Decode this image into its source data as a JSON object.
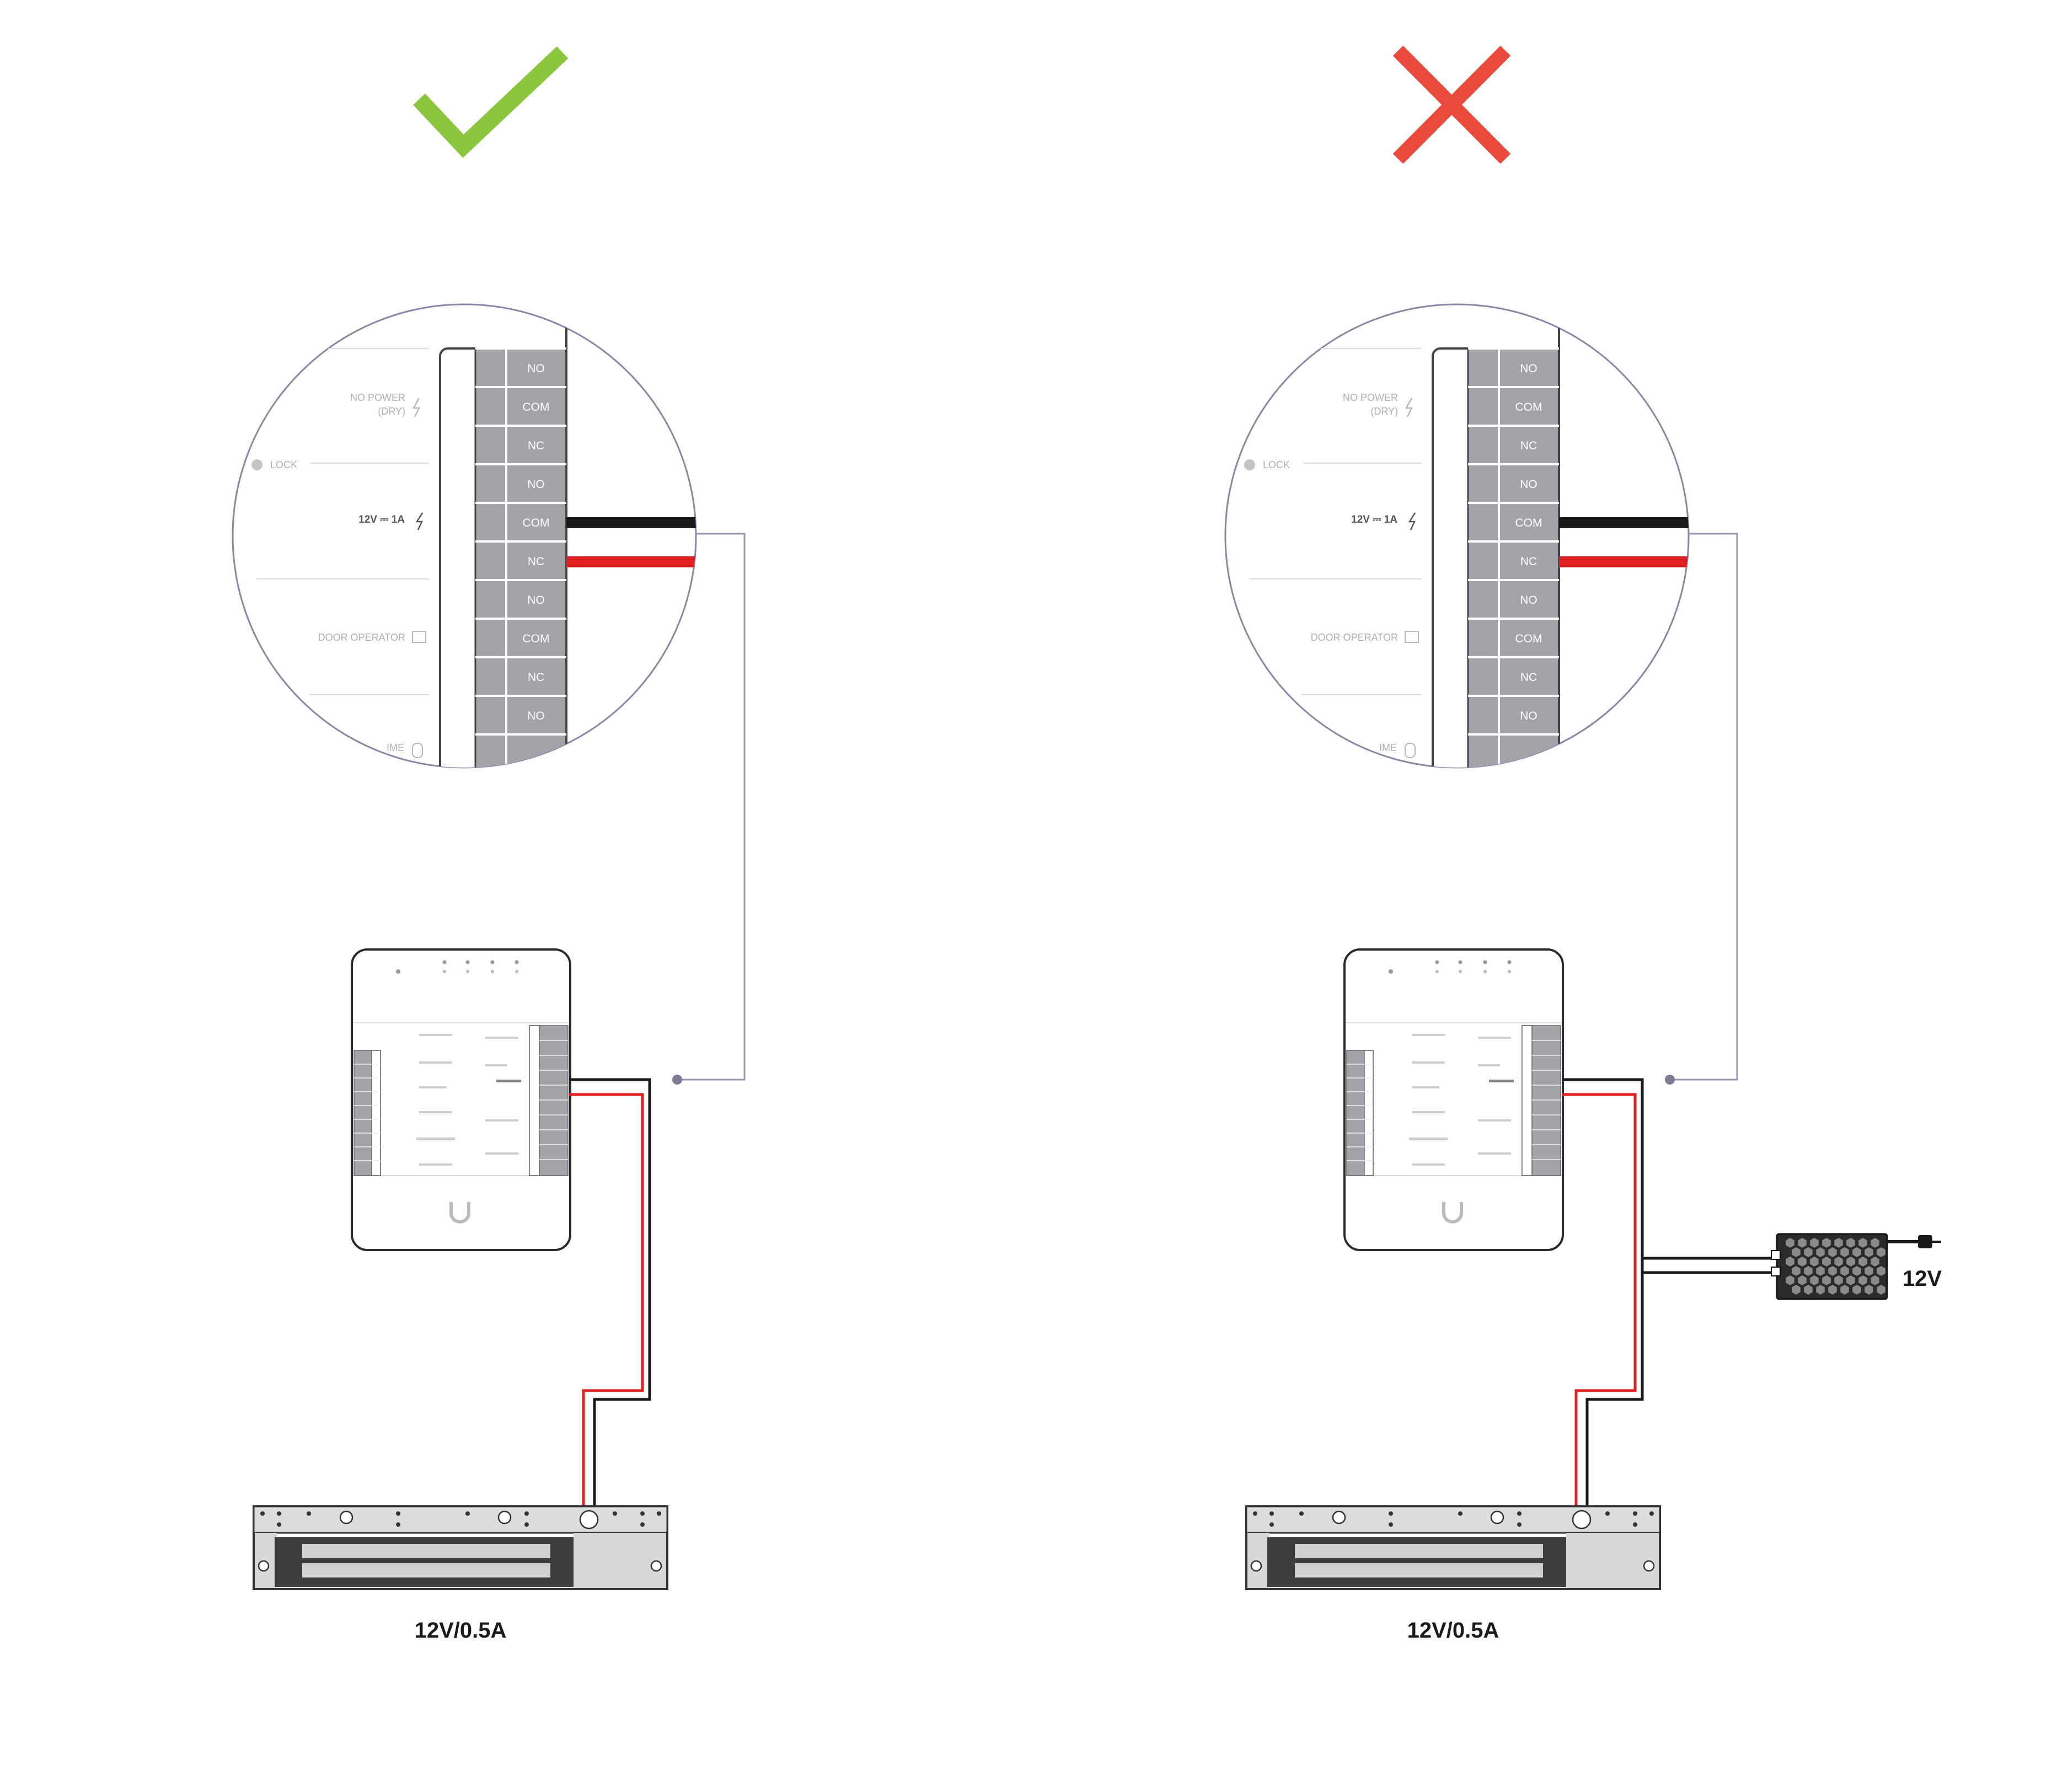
{
  "panels": {
    "correct": {
      "verdict_icon": "checkmark-icon",
      "verdict_color": "#8cc63f",
      "magnet_label": "12V/0.5A"
    },
    "incorrect": {
      "verdict_icon": "cross-icon",
      "verdict_color": "#e94a3c",
      "magnet_label": "12V/0.5A",
      "external_supply_label": "12V"
    }
  },
  "zoom": {
    "terminals": [
      "NO",
      "COM",
      "NC",
      "NO",
      "COM",
      "NC",
      "NO",
      "COM",
      "NC",
      "NO"
    ],
    "side_labels": {
      "no_power_line1": "NO POWER",
      "no_power_line2": "(DRY)",
      "lock": "LOCK",
      "power_rating": "12V ⎓ 1A",
      "door_operator": "DOOR OPERATOR",
      "partial_bottom": "IME"
    }
  },
  "colors": {
    "black_wire": "#1a1a1a",
    "red_wire": "#e02020",
    "leader_line": "#9a96b0",
    "terminal_block": "#a3a4aa"
  }
}
